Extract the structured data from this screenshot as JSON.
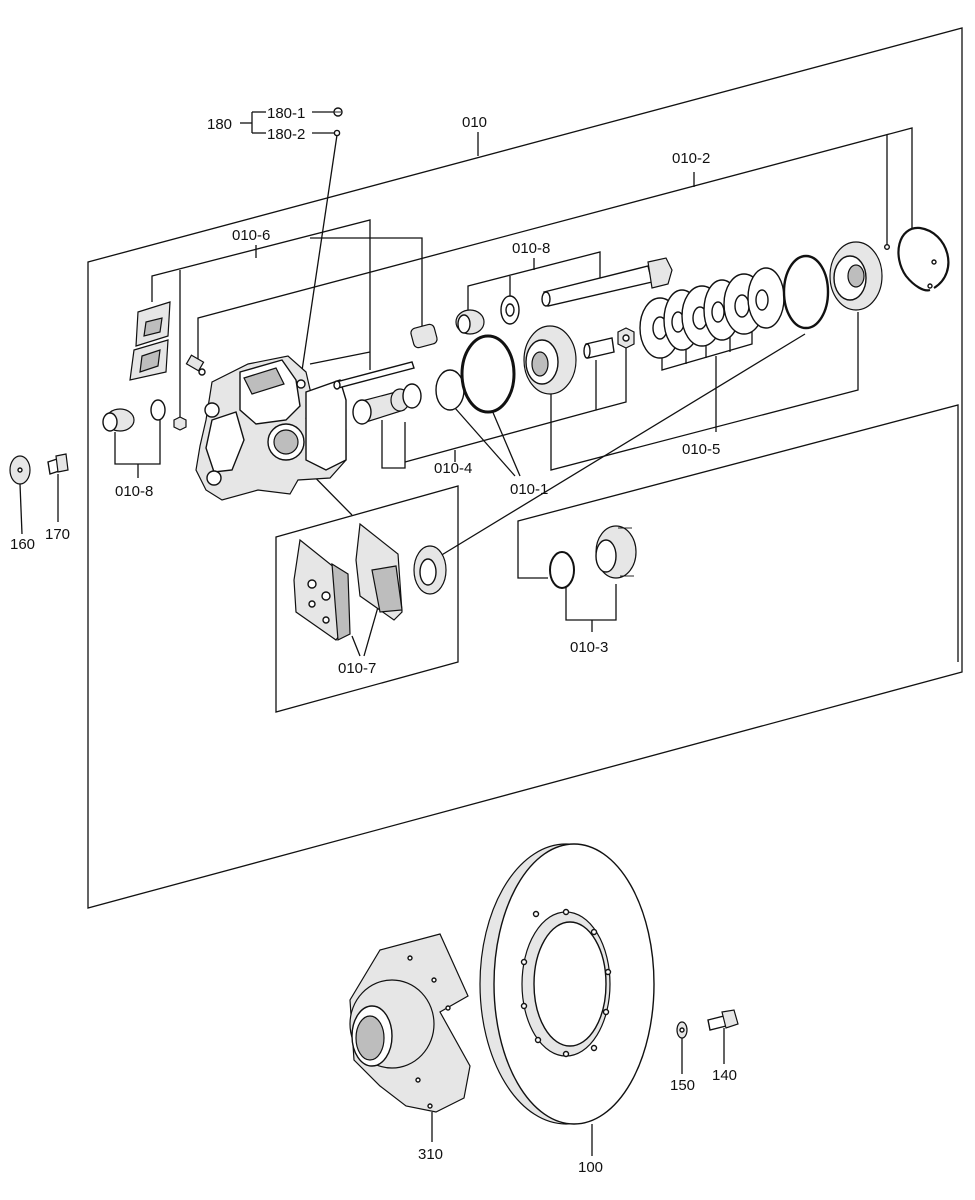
{
  "labels": {
    "l180": "180",
    "l180_1": "180-1",
    "l180_2": "180-2",
    "l010": "010",
    "l010_2": "010-2",
    "l010_6": "010-6",
    "l010_8_top": "010-8",
    "l010_8_left": "010-8",
    "l010_4": "010-4",
    "l010_1": "010-1",
    "l010_5": "010-5",
    "l010_7": "010-7",
    "l010_3": "010-3",
    "l160": "160",
    "l170": "170",
    "l150": "150",
    "l140": "140",
    "l310": "310",
    "l100": "100"
  }
}
